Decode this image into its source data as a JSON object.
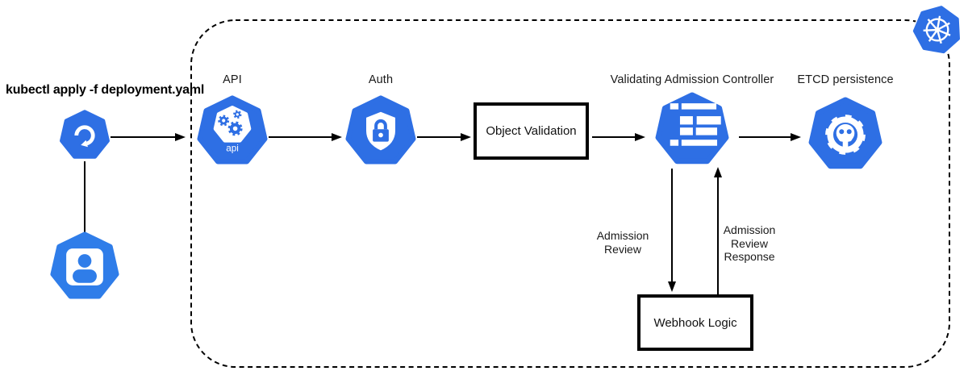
{
  "diagram": {
    "command": "kubectl apply -f deployment.yaml",
    "nodes": {
      "api": {
        "label": "API",
        "badge": "api"
      },
      "auth": {
        "label": "Auth"
      },
      "object_validation": {
        "label": "Object Validation"
      },
      "admission_controller": {
        "label": "Validating Admission Controller"
      },
      "etcd": {
        "label": "ETCD persistence"
      },
      "webhook": {
        "label": "Webhook Logic"
      }
    },
    "edge_labels": {
      "admission_review": "Admission Review",
      "admission_review_response": "Admission Review Response"
    },
    "icons": [
      "kubectl-refresh-icon",
      "user-icon",
      "api-icon",
      "auth-lock-icon",
      "admission-controller-icon",
      "etcd-icon",
      "kubernetes-logo-icon"
    ],
    "colors": {
      "kubernetes_blue": "#2E6FE4",
      "user_blue": "#2F7DE9",
      "line_black": "#000000"
    }
  }
}
